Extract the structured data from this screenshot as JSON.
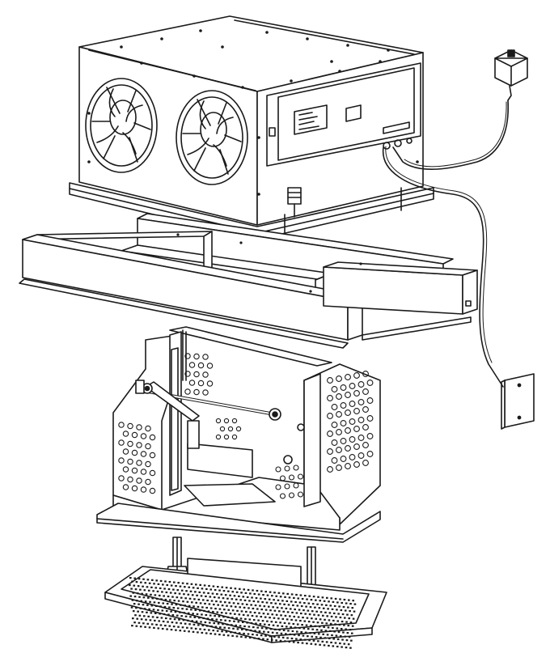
{
  "diagram": {
    "style": "black line-art exploded assembly drawing on white background",
    "colors": {
      "line": "#1a1a1a",
      "background": "#ffffff",
      "light_fill": "#ffffff",
      "panel_fill": "#f4f4f4"
    },
    "components": [
      {
        "id": "fan-unit",
        "icon": "housing-with-two-fans"
      },
      {
        "id": "control-box",
        "icon": "front-panel-with-labels"
      },
      {
        "id": "power-adapter",
        "icon": "plug-in-adapter"
      },
      {
        "id": "wall-control",
        "icon": "wall-plate-switch"
      },
      {
        "id": "mounting-frame",
        "icon": "wooden-frame-rails"
      },
      {
        "id": "perforated-cage",
        "icon": "perforated-damper-housing"
      },
      {
        "id": "damper-linkage",
        "icon": "lever-rod-linkage"
      },
      {
        "id": "ceiling-grille",
        "icon": "perforated-grille-panel"
      }
    ]
  }
}
